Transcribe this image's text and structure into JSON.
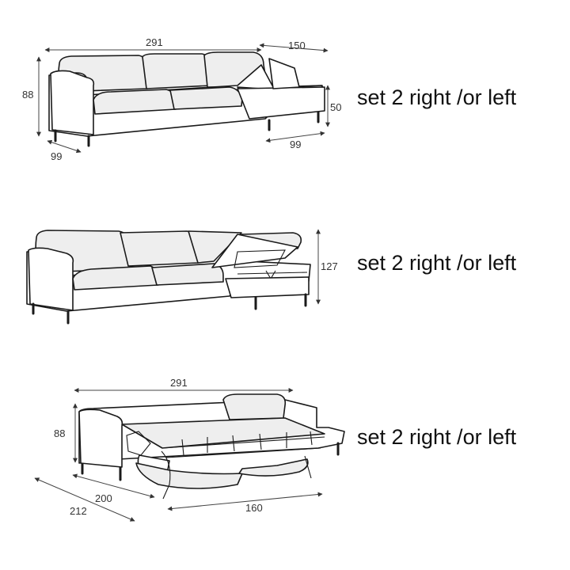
{
  "diagrams": [
    {
      "caption": "set 2 right /or left",
      "dimensions": {
        "width": "291",
        "chaise_width": "150",
        "height": "88",
        "depth": "99",
        "seat_height": "50",
        "chaise_depth": "99"
      }
    },
    {
      "caption": "set 2 right /or left",
      "dimensions": {
        "open_height": "127"
      }
    },
    {
      "caption": "set 2 right /or left",
      "dimensions": {
        "width": "291",
        "height": "88",
        "bed_length": "200",
        "total_length": "212",
        "bed_width": "160"
      }
    }
  ]
}
